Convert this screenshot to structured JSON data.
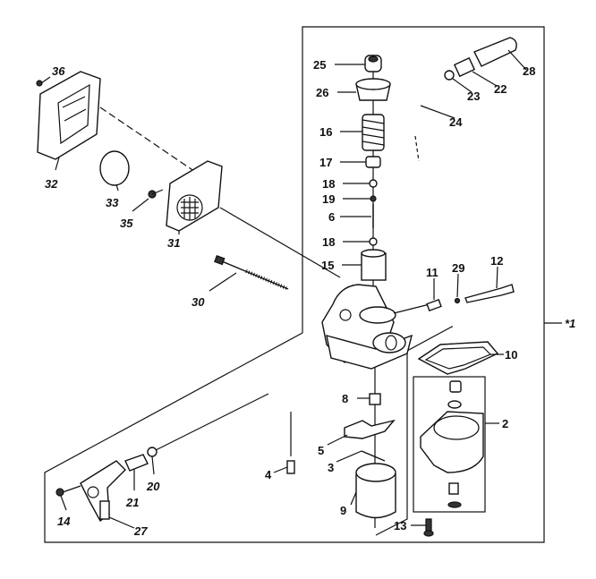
{
  "diagram": {
    "type": "exploded parts diagram",
    "colors": {
      "ink": "#111111",
      "background": "#ffffff"
    },
    "labels": {
      "p36": "36",
      "p32": "32",
      "p33": "33",
      "p35": "35",
      "p31": "31",
      "p30": "30",
      "p25": "25",
      "p26": "26",
      "p16": "16",
      "p17": "17",
      "p18a": "18",
      "p19": "19",
      "p6": "6",
      "p18b": "18",
      "p15": "15",
      "p11": "11",
      "p29": "29",
      "p12": "12",
      "p28": "28",
      "p22": "22",
      "p23": "23",
      "p24": "24",
      "p10": "10",
      "assembly": "*1",
      "p2": "2",
      "p8": "8",
      "p5": "5",
      "p3": "3",
      "p4": "4",
      "p9": "9",
      "p13": "13",
      "p20": "20",
      "p21": "21",
      "p14": "14",
      "p27": "27"
    }
  }
}
